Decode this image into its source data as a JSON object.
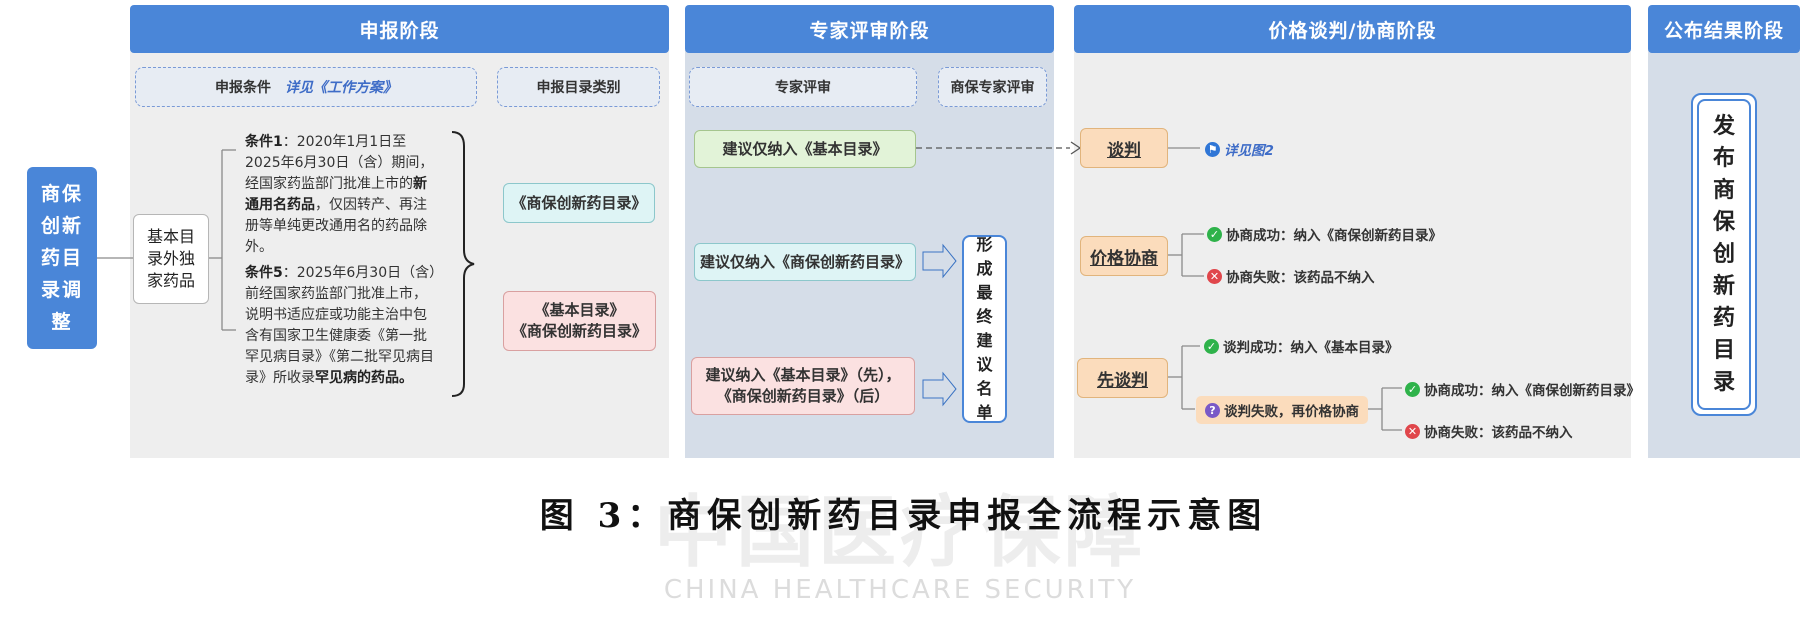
{
  "stages": {
    "apply": "申报阶段",
    "review": "专家评审阶段",
    "negotiate": "价格谈判/协商阶段",
    "publish": "公布结果阶段"
  },
  "left_box": {
    "chars": [
      "商保",
      "创新",
      "药目",
      "录调",
      "整"
    ]
  },
  "apply": {
    "conditions_label": "申报条件",
    "conditions_link": "详见《工作方案》",
    "category_label": "申报目录类别",
    "drug_box": "基本目录外独家药品",
    "cond1": {
      "title": "条件1",
      "text_a": "：2020年1月1日至2025年6月30日（含）期间，经国家药监部门批准上市的",
      "bold_a": "新通用名药品",
      "text_b": "，仅因转产、再注册等单纯更改通用名的药品除外。"
    },
    "cond5": {
      "title": "条件5",
      "text_a": "：2025年6月30日（含）前经国家药监部门批准上市，说明书适应症或功能主治中包含有国家卫生健康委《第一批罕见病目录》《第二批罕见病目录》所收录",
      "bold_a": "罕见病的药品。"
    },
    "cat1": "《商保创新药目录》",
    "cat2_line1": "《基本目录》",
    "cat2_line2": "《商保创新药目录》"
  },
  "review": {
    "sub1": "专家评审",
    "sub2": "商保专家评审",
    "s1": "建议仅纳入《基本目录》",
    "s2": "建议仅纳入《商保创新药目录》",
    "s3_line1": "建议纳入《基本目录》（先），",
    "s3_line2": "《商保创新药目录》（后）",
    "final": [
      "形",
      "成",
      "最",
      "终",
      "建",
      "议",
      "名",
      "单"
    ]
  },
  "negotiate": {
    "talk": "谈判",
    "talk_link": "详见图2",
    "consult": "价格协商",
    "consult_ok": "协商成功：纳入《商保创新药目录》",
    "consult_fail": "协商失败：该药品不纳入",
    "first_talk": "先谈判",
    "talk_ok": "谈判成功：纳入《基本目录》",
    "talk_fail": "谈判失败，再价格协商",
    "then_ok": "协商成功：纳入《商保创新药目录》",
    "then_fail": "协商失败：该药品不纳入"
  },
  "publish": {
    "chars": [
      "发",
      "布",
      "商",
      "保",
      "创",
      "新",
      "药",
      "目",
      "录"
    ]
  },
  "caption": "图 3：商保创新药目录申报全流程示意图",
  "watermark": {
    "cn": "中国医疗保障",
    "en": "CHINA HEALTHCARE SECURITY"
  },
  "colors": {
    "accent": "#4a86d8",
    "ok": "#2eb24a",
    "fail": "#e0464b"
  }
}
